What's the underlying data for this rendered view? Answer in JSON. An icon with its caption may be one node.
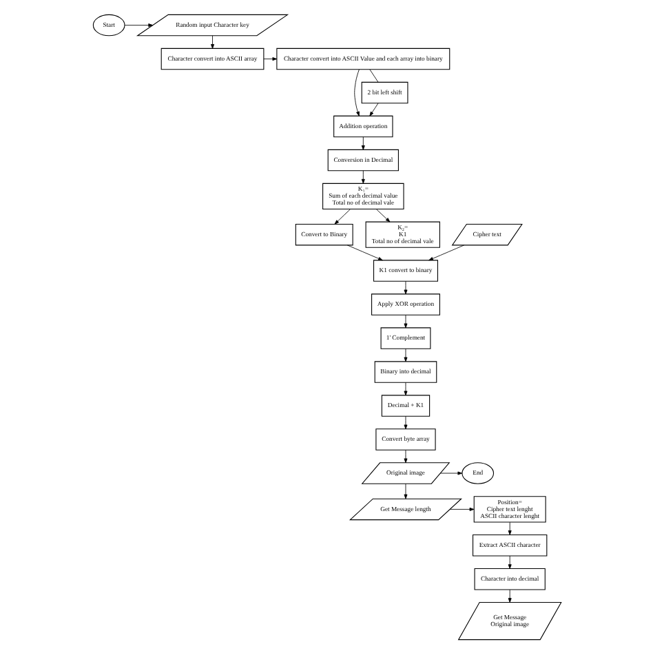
{
  "diagram": {
    "nodes": [
      {
        "text": [
          "Random input Character key"
        ]
      },
      {
        "text": [
          "Start"
        ]
      },
      {
        "text": [
          "Character convert into ASCII Value and each array into binary"
        ]
      },
      {
        "text": [
          "Character convert into ASCII array"
        ]
      },
      {
        "text": [
          "Cipher text"
        ]
      },
      {
        "text": [
          "Addition operation"
        ]
      },
      {
        "text": [
          "2 bit left shift"
        ]
      },
      {
        "text": [
          "K1 convert to binary"
        ]
      },
      {
        "text": [
          "Apply XOR operation"
        ]
      },
      {
        "text": [
          "Conversion in Decimal"
        ]
      },
      {
        "text": [
          "Convert to Binary"
        ]
      },
      {
        "text": [
          "1' Complement"
        ]
      },
      {
        "text": [
          "K₁=",
          "Sum of each decimal value",
          "Total no of decimal vale"
        ]
      },
      {
        "text": [
          "Binary into decimal"
        ]
      },
      {
        "text": [
          "K₂=",
          "K1",
          "Total no of decimal vale"
        ]
      },
      {
        "text": [
          "Decimal + K1"
        ]
      },
      {
        "text": [
          "Convert byte array"
        ]
      },
      {
        "text": [
          "Original image"
        ]
      },
      {
        "text": [
          "Position=",
          "Cipher text lenght",
          "ASCII character lenght"
        ]
      },
      {
        "text": [
          "End"
        ]
      },
      {
        "text": [
          "Get Message",
          "Original image"
        ]
      },
      {
        "text": [
          "Extract ASCII character"
        ]
      },
      {
        "text": [
          "Get Message length"
        ]
      },
      {
        "text": [
          "Character into decimal"
        ]
      }
    ],
    "edges": [
      {
        "from": 1,
        "to": 0,
        "arrow": "to"
      },
      {
        "from": 0,
        "to": 3,
        "arrow": "to"
      },
      {
        "from": 3,
        "to": 2,
        "arrow": "to"
      },
      {
        "from": 2,
        "to": 5,
        "arrow": "to"
      },
      {
        "from": 2,
        "to": 6,
        "arrow": "none"
      },
      {
        "from": 6,
        "to": 5,
        "arrow": "to"
      },
      {
        "from": 5,
        "to": 9,
        "arrow": "to"
      },
      {
        "from": 9,
        "to": 12,
        "arrow": "to"
      },
      {
        "from": 12,
        "to": 14,
        "arrow": "to"
      },
      {
        "from": 12,
        "to": 10,
        "arrow": "to"
      },
      {
        "from": 10,
        "to": 7,
        "arrow": "to"
      },
      {
        "from": 4,
        "to": 7,
        "arrow": "to"
      },
      {
        "from": 7,
        "to": 8,
        "arrow": "to"
      },
      {
        "from": 8,
        "to": 11,
        "arrow": "to"
      },
      {
        "from": 11,
        "to": 13,
        "arrow": "to"
      },
      {
        "from": 13,
        "to": 15,
        "arrow": "to"
      },
      {
        "from": 15,
        "to": 16,
        "arrow": "to"
      },
      {
        "from": 16,
        "to": 17,
        "arrow": "to"
      },
      {
        "from": 17,
        "to": 19,
        "arrow": "to"
      },
      {
        "from": 17,
        "to": 22,
        "arrow": "to"
      },
      {
        "from": 22,
        "to": 18,
        "arrow": "to"
      },
      {
        "from": 18,
        "to": 21,
        "arrow": "to"
      },
      {
        "from": 21,
        "to": 23,
        "arrow": "to"
      },
      {
        "from": 23,
        "to": 20,
        "arrow": "to"
      }
    ]
  }
}
